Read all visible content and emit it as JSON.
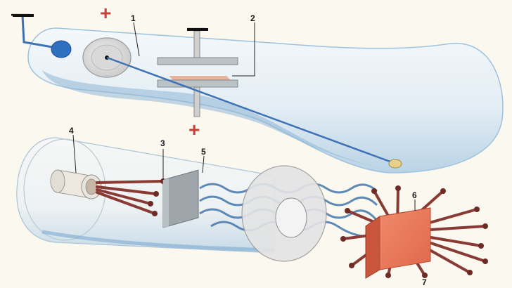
{
  "diagram": {
    "labels": {
      "l1": "1",
      "l2": "2",
      "l3": "3",
      "l4": "4",
      "l5": "5",
      "l6": "6",
      "l7": "7"
    },
    "signs": {
      "cathode_top": "—",
      "anode_top": "+",
      "plate_top": "—",
      "plate_bottom": "+"
    },
    "colors": {
      "tube": "#dde9f2",
      "tube_edge": "#4f8fc3",
      "beam": "#3f72b5",
      "plate": "#bcc3c6",
      "target": "#e8775c",
      "rays": "#8a3a34",
      "plus": "#c8403a"
    }
  }
}
